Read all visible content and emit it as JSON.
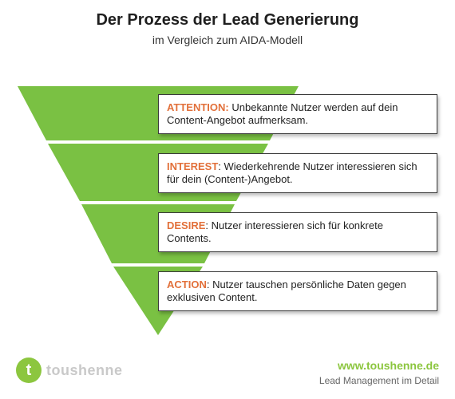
{
  "header": {
    "title": "Der Prozess der Lead Generierung",
    "subtitle": "im Vergleich zum AIDA-Modell"
  },
  "colors": {
    "funnel_green": "#7ac143",
    "keyword_orange": "#e2703a",
    "brand_green": "#8cc63f"
  },
  "stages": [
    {
      "keyword": "ATTENTION:",
      "text": " Unbekannte Nutzer werden auf dein Content-Angebot aufmerksam."
    },
    {
      "keyword": "INTEREST",
      "text": ": Wiederkehrende Nutzer interessieren sich für dein (Content-)Angebot."
    },
    {
      "keyword": "DESIRE",
      "text": ": Nutzer interessieren sich für konkrete Contents."
    },
    {
      "keyword": "ACTION",
      "text": ": Nutzer tauschen persönliche Daten gegen exklusiven Content."
    }
  ],
  "footer": {
    "logo_letter": "t",
    "logo_name": "toushenne",
    "website": "www.toushenne.de",
    "tagline": "Lead Management im Detail"
  }
}
